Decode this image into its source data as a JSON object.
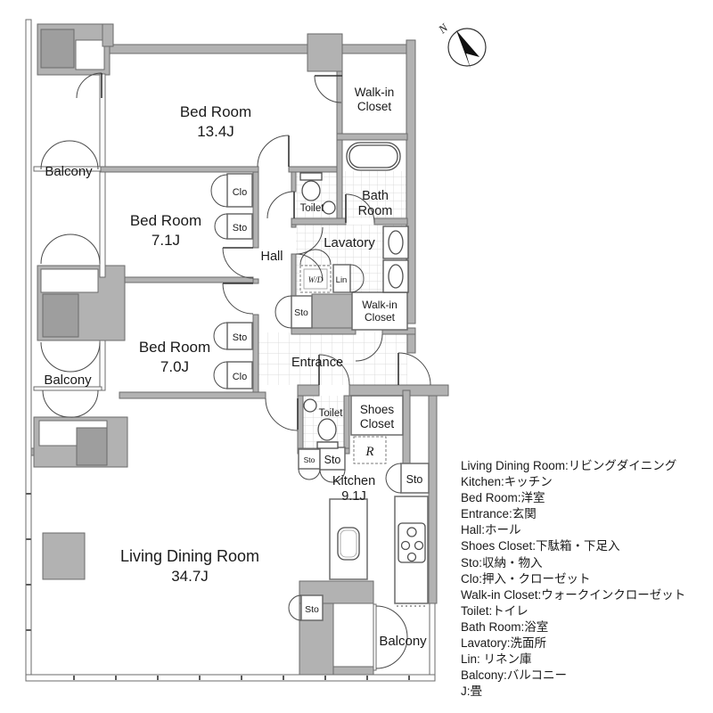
{
  "meta": {
    "type": "japanese-apartment-floor-plan"
  },
  "colors": {
    "wall_fill": "#b2b2b2",
    "wall_stroke": "#6b6b6b",
    "line": "#4a4a4a",
    "tile_line": "#d9d9d9",
    "text": "#1a1a1a"
  },
  "compass": {
    "label": "N"
  },
  "rooms": {
    "bedroom1": {
      "name": "Bed Room",
      "size": "13.4J"
    },
    "bedroom2": {
      "name": "Bed Room",
      "size": "7.1J"
    },
    "bedroom3": {
      "name": "Bed Room",
      "size": "7.0J"
    },
    "living": {
      "name": "Living Dining Room",
      "size": "34.7J"
    },
    "kitchen": {
      "name": "Kitchen",
      "size": "9.1J"
    },
    "balcony": "Balcony",
    "walkin": {
      "line1": "Walk-in",
      "line2": "Closet"
    },
    "bath": {
      "line1": "Bath",
      "line2": "Room"
    },
    "shoes": {
      "line1": "Shoes",
      "line2": "Closet"
    },
    "lavatory": "Lavatory",
    "hall": "Hall",
    "toilet": "Toilet",
    "entrance": "Entrance",
    "clo": "Clo",
    "sto": "Sto",
    "wd": "W/D",
    "lin": "Lin",
    "fridge": "R"
  },
  "legend": {
    "lines": [
      "Living Dining Room:リビングダイニング",
      "Kitchen:キッチン",
      "Bed Room:洋室",
      "Entrance:玄関",
      "Hall:ホール",
      "Shoes Closet:下駄箱・下足入",
      "Sto:収納・物入",
      "Clo:押入・クローゼット",
      "Walk-in Closet:ウォークインクローゼット",
      "Toilet:トイレ",
      "Bath Room:浴室",
      "Lavatory:洗面所",
      "Lin: リネン庫",
      "Balcony:バルコニー",
      "J:畳"
    ]
  }
}
